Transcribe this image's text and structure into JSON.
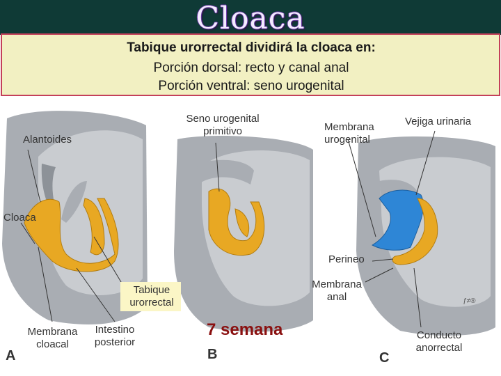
{
  "title": "Cloaca",
  "info": {
    "heading": "Tabique urorrectal dividirá la cloaca en:",
    "line1": "Porción dorsal: recto y canal anal",
    "line2": "Porción ventral: seno urogenital"
  },
  "labels": {
    "alantoides": "Alantoides",
    "cloaca": "Cloaca",
    "tabique_line1": "Tabique",
    "tabique_line2": "urorrectal",
    "membrana_cloacal_1": "Membrana",
    "membrana_cloacal_2": "cloacal",
    "intestino_1": "Intestino",
    "intestino_2": "posterior",
    "seno_1": "Seno urogenital",
    "seno_2": "primitivo",
    "membrana_uro_1": "Membrana",
    "membrana_uro_2": "urogenital",
    "vejiga": "Vejiga urinaria",
    "perineo": "Perineo",
    "membrana_anal_1": "Membrana",
    "membrana_anal_2": "anal",
    "conducto_1": "Conducto",
    "conducto_2": "anorrectal"
  },
  "panels": [
    "A",
    "B",
    "C"
  ],
  "week": "7 semana",
  "colors": {
    "title_bar": "#0f3a36",
    "box_bg": "#f2f0c2",
    "box_border": "#c4405a",
    "tissue": "#a9adb3",
    "tissue_light": "#c9ccd0",
    "endoderm_yellow": "#e8a823",
    "bladder_blue": "#2e86d6",
    "week_text": "#8a1010"
  }
}
